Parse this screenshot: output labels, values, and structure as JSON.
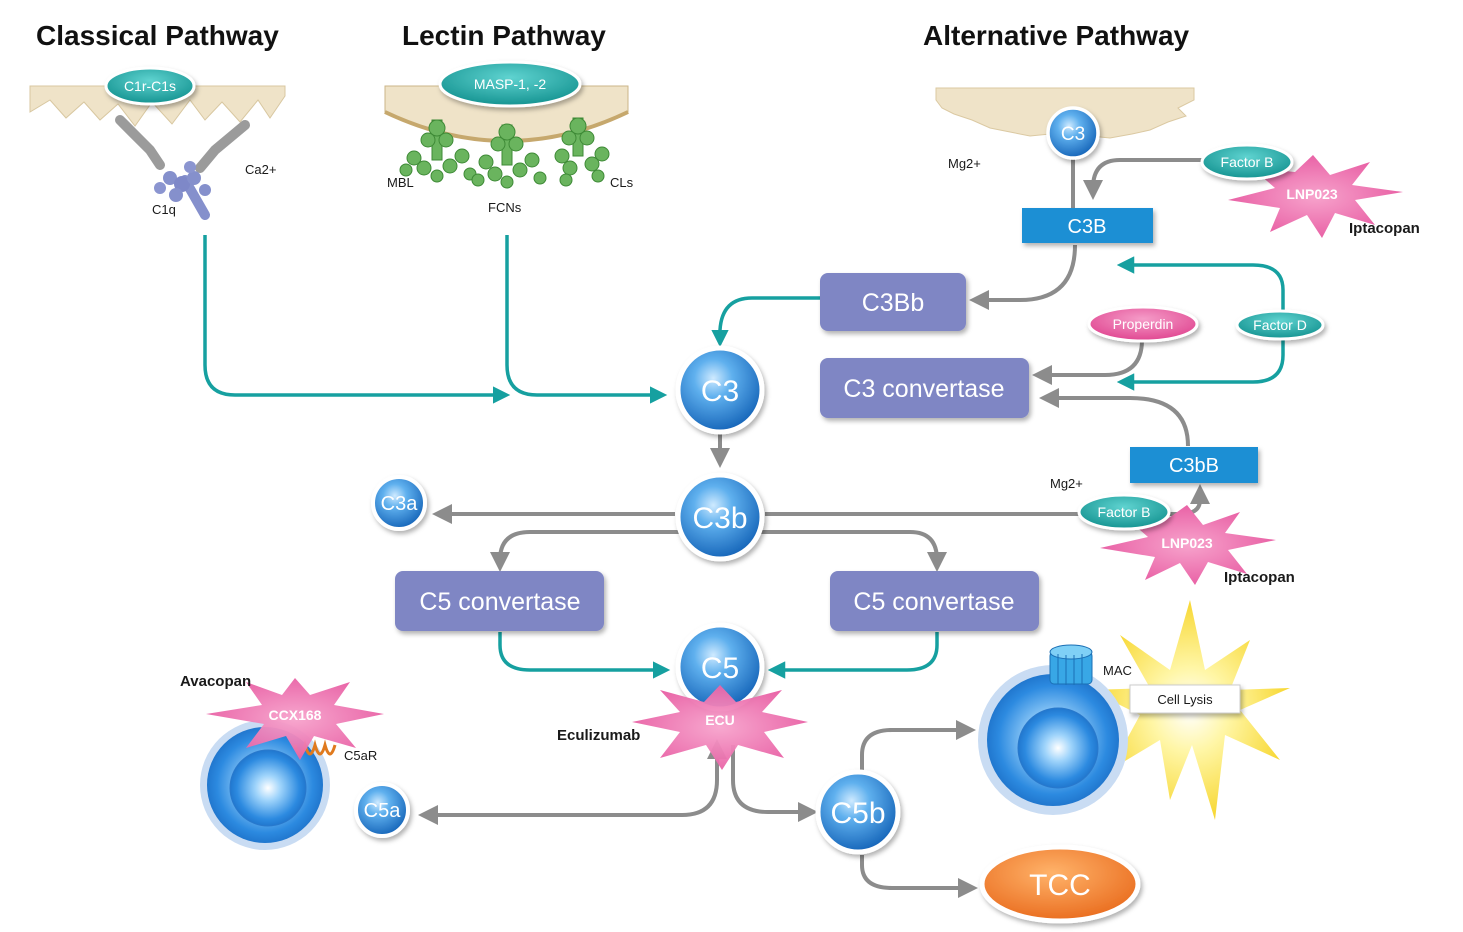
{
  "headings": {
    "classical": "Classical Pathway",
    "lectin": "Lectin Pathway",
    "alternative": "Alternative Pathway"
  },
  "labels": {
    "c1r_c1s": "C1r-C1s",
    "masp": "MASP-1, -2",
    "ca2": "Ca2+",
    "c1q": "C1q",
    "mbl": "MBL",
    "fcns": "FCNs",
    "cls": "CLs",
    "mg2_top": "Mg2+",
    "mg2_mid": "Mg2+",
    "c3_surface": "C3",
    "factor_b_top": "Factor B",
    "factor_b_mid": "Factor B",
    "lnp023_top": "LNP023",
    "lnp023_mid": "LNP023",
    "iptacopan_top": "Iptacopan",
    "iptacopan_mid": "Iptacopan",
    "c3B": "C3B",
    "c3Bb": "C3Bb",
    "properdin": "Properdin",
    "factor_d": "Factor D",
    "c3_convertase": "C3 convertase",
    "c3bB": "C3bB",
    "c3": "C3",
    "c3b": "C3b",
    "c3a": "C3a",
    "c5_convertase_left": "C5 convertase",
    "c5_convertase_right": "C5 convertase",
    "c5": "C5",
    "ecu": "ECU",
    "eculizumab": "Eculizumab",
    "avacopan": "Avacopan",
    "ccx168": "CCX168",
    "c5ar": "C5aR",
    "c5a": "C5a",
    "c5b": "C5b",
    "mac": "MAC",
    "cell_lysis": "Cell Lysis",
    "tcc": "TCC"
  },
  "colors": {
    "teal_arrow": "#16a0a0",
    "gray_arrow": "#8c8c8c",
    "convertase_box": "#7f86c4",
    "blue_rect": "#1a8fd4",
    "circle_blue": "#2b86d6",
    "pink_star": "#ea5ea5",
    "tcc_orange": "#f07c24",
    "membrane": "#efe3c8",
    "lectin_green": "#6ab45e",
    "lysis_yellow": "#fbe24a"
  }
}
